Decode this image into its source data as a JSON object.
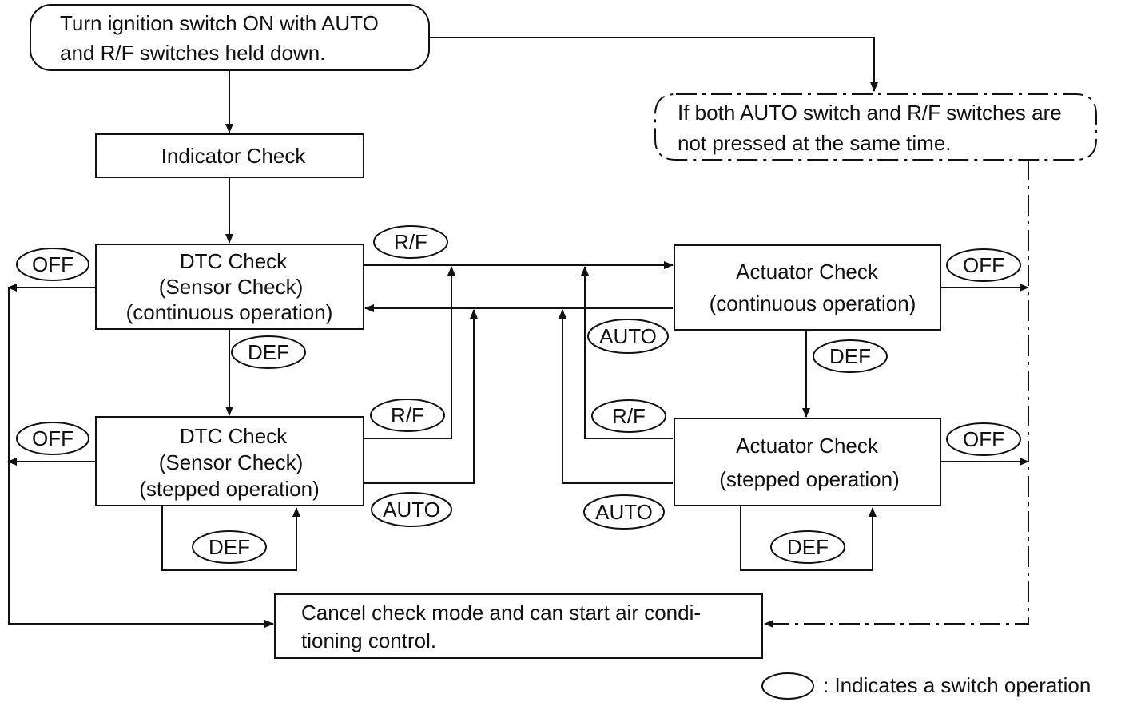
{
  "nodes": {
    "start": [
      "Turn ignition switch ON with AUTO",
      "and R/F switches held down."
    ],
    "note": [
      "If both AUTO switch and R/F switches are",
      "not pressed at the same time."
    ],
    "indicator": [
      "Indicator Check"
    ],
    "dtc_continuous": [
      "DTC Check",
      "(Sensor Check)",
      "(continuous operation)"
    ],
    "dtc_stepped": [
      "DTC Check",
      "(Sensor Check)",
      "(stepped operation)"
    ],
    "actuator_continuous": [
      "Actuator Check",
      "(continuous operation)"
    ],
    "actuator_stepped": [
      "Actuator Check",
      "(stepped operation)"
    ],
    "cancel": [
      "Cancel check mode and can start air condi-",
      "tioning control."
    ]
  },
  "switches": {
    "off_dtc_cont": "OFF",
    "off_dtc_step": "OFF",
    "off_act_cont": "OFF",
    "off_act_step": "OFF",
    "rf_top": "R/F",
    "rf_dtc_step": "R/F",
    "rf_act_step": "R/F",
    "def_dtc": "DEF",
    "def_dtc_loop": "DEF",
    "def_act": "DEF",
    "def_act_loop": "DEF",
    "auto_act_cont": "AUTO",
    "auto_dtc_step": "AUTO",
    "auto_act_step": "AUTO"
  },
  "legend": {
    "text": ": Indicates a switch operation"
  }
}
